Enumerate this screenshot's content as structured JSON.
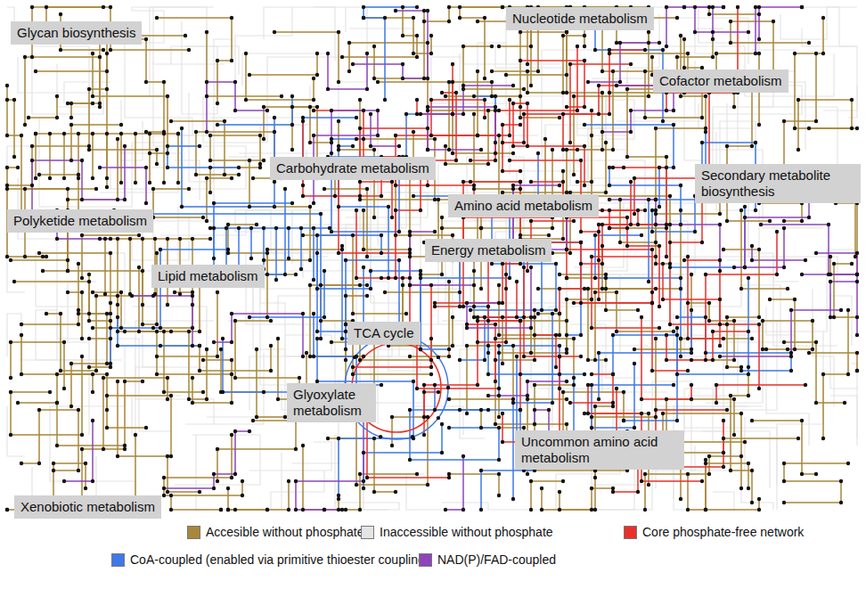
{
  "diagram": {
    "nodes": [
      {
        "text": [
          "Glycan biosynthesis"
        ]
      },
      {
        "text": [
          "Nucleotide metabolism"
        ]
      },
      {
        "text": [
          "Cofactor metabolism"
        ]
      },
      {
        "text": [
          "Carbohydrate metabolism"
        ]
      },
      {
        "text": [
          "Secondary metabolite biosynthesis"
        ]
      },
      {
        "text": [
          "Amino acid metabolism"
        ]
      },
      {
        "text": [
          "Polyketide metabolism"
        ]
      },
      {
        "text": [
          "Energy metabolism"
        ]
      },
      {
        "text": [
          "Lipid metabolism"
        ]
      },
      {
        "text": [
          "TCA cycle"
        ]
      },
      {
        "text": [
          "Glyoxylate metabolism"
        ]
      },
      {
        "text": [
          "Uncommon amino acid metabolism"
        ]
      },
      {
        "text": [
          "Xenobiotic metabolism"
        ]
      }
    ],
    "legend": [
      {
        "text": "Accesible without phosphate",
        "color": "#a8873a"
      },
      {
        "text": "Inaccessible without phosphate",
        "color": "#e4e4e4"
      },
      {
        "text": "Core phosphate-free network",
        "color": "#e8302a"
      },
      {
        "text": "CoA-coupled (enabled via primitive thioester coupling)",
        "color": "#3f78e8"
      },
      {
        "text": "NAD(P)/FAD-coupled",
        "color": "#8d45bb"
      }
    ]
  }
}
